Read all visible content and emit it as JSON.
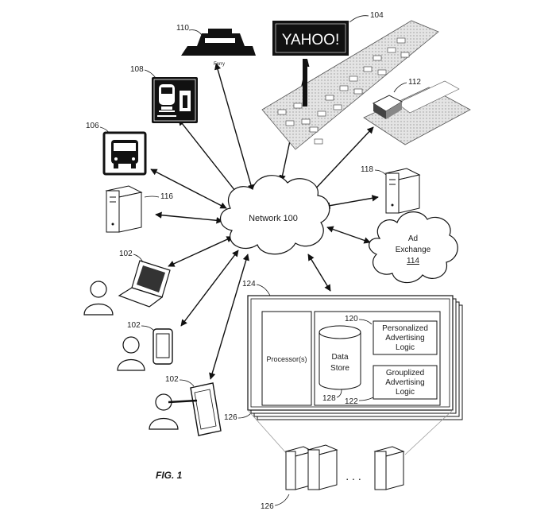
{
  "diagram": {
    "network": {
      "label": "Network 100"
    },
    "ad_exchange": {
      "line1": "Ad",
      "line2": "Exchange",
      "ref": "114"
    },
    "billboard": {
      "brand": "YAHOO!",
      "ref": "104"
    },
    "ferry": {
      "caption": "Ferry",
      "ref": "110"
    },
    "train_sign": {
      "ref": "108"
    },
    "bus_sign": {
      "ref": "106"
    },
    "highway_facility": {
      "ref": "112"
    },
    "server_left": {
      "ref": "116"
    },
    "server_right": {
      "ref": "118"
    },
    "users": [
      {
        "device": "laptop",
        "ref": "102"
      },
      {
        "device": "phone",
        "ref": "102"
      },
      {
        "device": "tablet",
        "ref": "102"
      }
    ],
    "system": {
      "ref": "124",
      "stack_ref": "126",
      "processor_label": "Processor(s)",
      "data_store": {
        "line1": "Data",
        "line2": "Store",
        "ref": "128"
      },
      "personalized": {
        "line1": "Personalized",
        "line2": "Advertising",
        "line3": "Logic",
        "ref": "120"
      },
      "groupized": {
        "line1": "Grouplized",
        "line2": "Advertising",
        "line3": "Logic",
        "ref": "122"
      }
    },
    "server_farm": {
      "ref": "126",
      "ellipsis": ". . ."
    },
    "figure_label": "FIG. 1"
  }
}
